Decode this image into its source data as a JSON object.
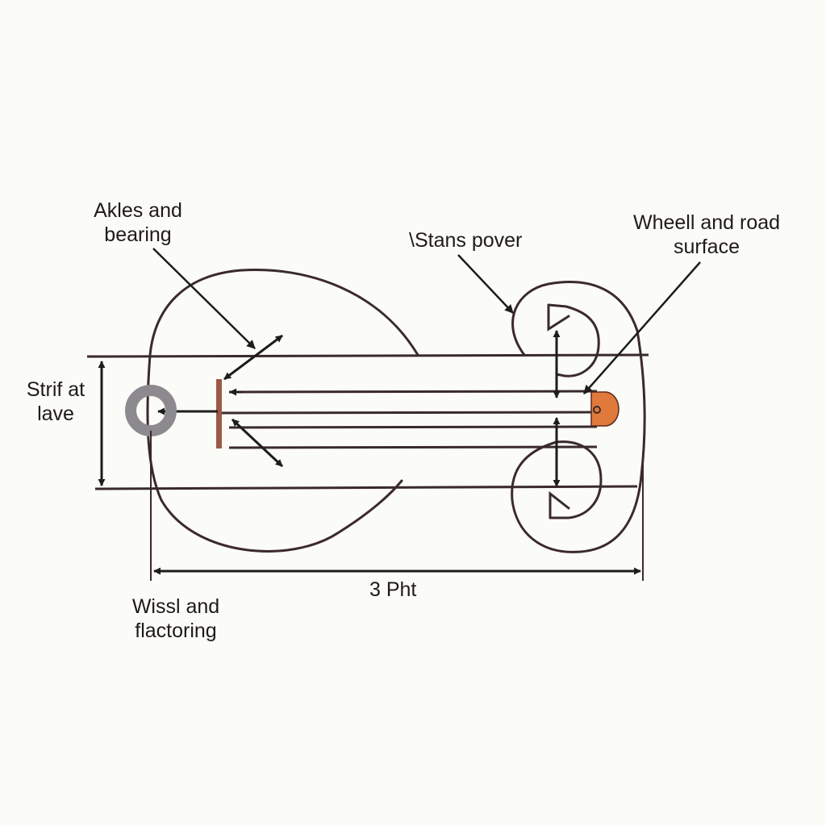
{
  "colors": {
    "ink": "#3a2a2c",
    "arrow": "#1d1d1d",
    "bearing_ring": "#8c8a8e",
    "end_cap": "#e07a3c",
    "rod_start": "#9b5a48",
    "background": "#fbfbf8"
  },
  "labels": {
    "axles": {
      "line1": "Akles and",
      "line2": "bearing"
    },
    "stans": {
      "line1": "\\Stans pover"
    },
    "wheel_road": {
      "line1": "Wheell and road",
      "line2": "surface"
    },
    "strif": {
      "line1": "Strif at",
      "line2": "lave"
    },
    "dimension": {
      "line1": "3 Pht"
    },
    "wissl": {
      "line1": "Wissl and",
      "line2": "flactoring"
    }
  }
}
